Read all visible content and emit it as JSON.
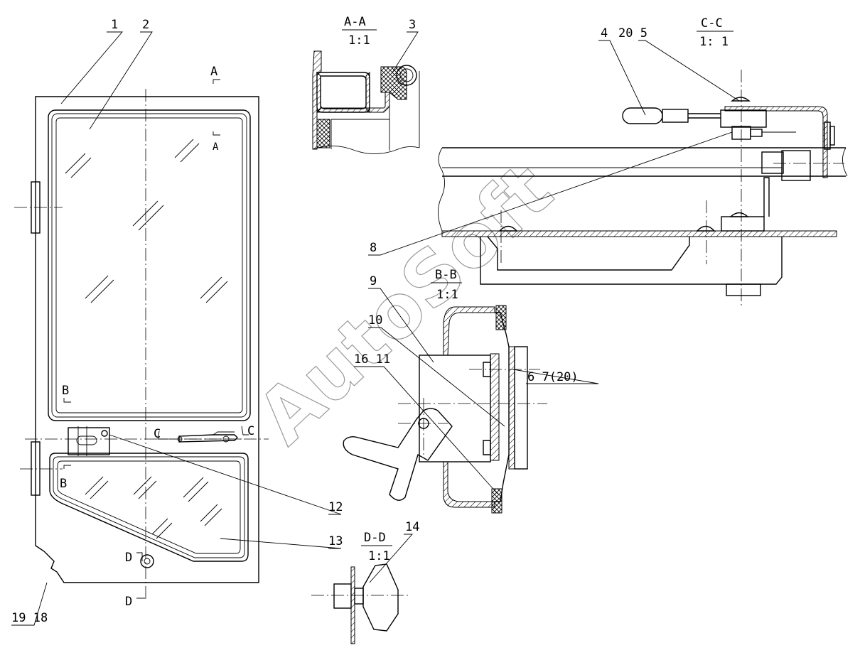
{
  "watermark": "AutoSoft",
  "sections": {
    "aa": {
      "name": "A-A",
      "scale": "1:1"
    },
    "bb": {
      "name": "B-B",
      "scale": "1:1"
    },
    "cc": {
      "name": "C-C",
      "scale": "1: 1"
    },
    "dd": {
      "name": "D-D",
      "scale": "1:1"
    }
  },
  "cut_marks": {
    "a_top": "A",
    "a_mid": "A",
    "b_top": "B",
    "b_bot": "B",
    "c_left": "C",
    "c_right": "C",
    "d_top": "D",
    "d_bot": "D"
  },
  "callouts": {
    "c1": "1",
    "c2": "2",
    "c3": "3",
    "c4": "4",
    "c20_5": "20 5",
    "c8": "8",
    "c9": "9",
    "c10": "10",
    "c16_11": "16 11",
    "c6_7_20": "6 7(20)",
    "c12": "12",
    "c13": "13",
    "c14": "14",
    "c19_18": "19 18"
  }
}
